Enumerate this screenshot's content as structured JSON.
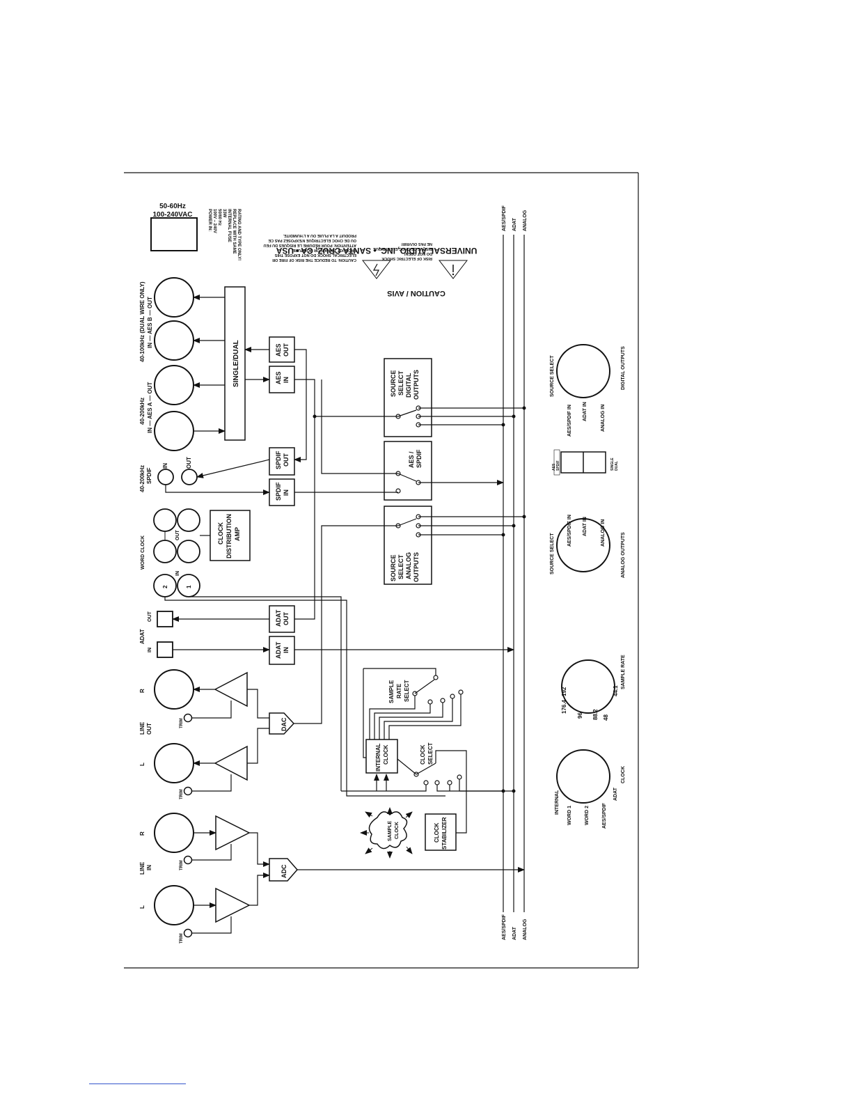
{
  "power": {
    "freq": "50-60Hz",
    "voltage": "100-240VAC",
    "spec_lines": [
      "POWER IN:",
      "100V – 240V",
      "50/60 Hz",
      "33W",
      "INTERNAL FUSE",
      "REPLACE WITH SAME",
      "RATING AND TYPE ONLY!"
    ]
  },
  "company": "UNIVERSAL AUDIO, INC. • SANTA CRUZ, CA • USA",
  "caution": {
    "title": "CAUTION / AVIS",
    "shock_lines": [
      "RISK OF ELECTRIC SHOCK",
      "DO NOT OPEN!",
      "RISQUE DE CHOC ELECTRIQUE",
      "NE PAS OUVRIR!"
    ],
    "text_lines": [
      "CAUTION: TO REDUCE THE RISK OF FIRE OR",
      "ELECTRICAL SHOCK DO NOT EXPOSE THIS",
      "PRODUCT TO RAIN OR MOISTURE.",
      "ATTENTION: POUR REDUIRE LE RISQUES DU FEU",
      "OU DE CHOC ELECTRIQUE N'EXPOSEZ PAS CE",
      "PRODUIT A LA PLUIE OU A L'HUMIDITE."
    ]
  },
  "bus": {
    "aes": "AES/SPDIF",
    "adat": "ADAT",
    "analog": "ANALOG"
  },
  "aes_b": {
    "title": "40-100kHz (DUAL WIRE ONLY)",
    "sub": "IN — AES B — OUT"
  },
  "aes_a": {
    "title": "40-200kHz",
    "sub": "IN — AES A — OUT"
  },
  "single_dual": "SINGLE/DUAL",
  "aes_out": [
    "AES",
    "OUT"
  ],
  "aes_in": [
    "AES",
    "IN"
  ],
  "spdif": {
    "title": [
      "40-200kHz",
      "SPDIF"
    ],
    "in": "IN",
    "out": "OUT"
  },
  "spdif_out": [
    "SPDIF",
    "OUT"
  ],
  "spdif_in": [
    "SPDIF",
    "IN"
  ],
  "word_clock": {
    "title": "WORD CLOCK",
    "out": "OUT",
    "in": "IN",
    "ports": [
      "2",
      "1"
    ]
  },
  "clock_amp": [
    "CLOCK",
    "DISTRIBUTION",
    "AMP"
  ],
  "adat": {
    "title": "ADAT",
    "in": "IN",
    "out": "OUT"
  },
  "adat_out": [
    "ADAT",
    "OUT"
  ],
  "adat_in": [
    "ADAT",
    "IN"
  ],
  "line_out": {
    "label": [
      "LINE",
      "OUT"
    ],
    "l": "L",
    "r": "R"
  },
  "line_in": {
    "label": [
      "LINE",
      "IN"
    ],
    "l": "L",
    "r": "R"
  },
  "trim": "TRIM",
  "dac": "DAC",
  "adc": "ADC",
  "internal_clock": [
    "INTERNAL",
    "CLOCK"
  ],
  "sample_clock": [
    "SAMPLE",
    "CLOCK"
  ],
  "clock_stabilizer": [
    "CLOCK",
    "STABILIZER"
  ],
  "sample_rate_select": [
    "SAMPLE",
    "RATE",
    "SELECT"
  ],
  "clock_select_label": [
    "CLOCK",
    "SELECT"
  ],
  "src_digital": [
    "SOURCE",
    "SELECT",
    "DIGITAL",
    "OUTPUTS"
  ],
  "aes_spdif_switch": [
    "AES /",
    "SPDIF"
  ],
  "src_analog": [
    "SOURCE",
    "SELECT",
    "ANALOG",
    "OUTPUTS"
  ],
  "knob_digital": {
    "top": "SOURCE SELECT",
    "opts": [
      "AES/SPDIF IN",
      "ADAT IN",
      "ANALOG IN"
    ],
    "bottom": "DIGITAL OUTPUTS"
  },
  "toggle": {
    "top": [
      "AES",
      "SPDIF"
    ],
    "bottom": [
      "SINGLE",
      "DUAL"
    ]
  },
  "knob_analog": {
    "top": "SOURCE SELECT",
    "opts": [
      "AES/SPDIF IN",
      "ADAT IN",
      "ANALOG IN"
    ],
    "bottom": "ANALOG OUTPUTS"
  },
  "knob_rate": {
    "opts": [
      "176.4",
      "192",
      "96",
      "88.2",
      "48",
      "44.1"
    ],
    "bottom": "SAMPLE RATE"
  },
  "knob_clock": {
    "opts": [
      "INTERNAL",
      "WORD 1",
      "WORD 2",
      "AES/SPDIF",
      "ADAT"
    ],
    "bottom": "CLOCK"
  }
}
